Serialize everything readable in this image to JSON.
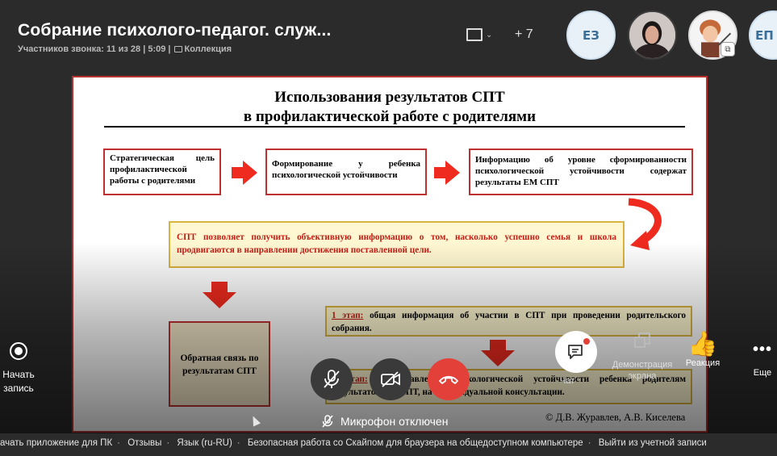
{
  "header": {
    "title": "Собрание психолого-педагог. служ...",
    "subtitle": "Участников звонка: 11 из 28 | 5:09 |",
    "collection_label": "Коллекция",
    "add_count": "+ 7",
    "screen_chevron": "⌄"
  },
  "participants": [
    {
      "initials": "ЕЗ"
    },
    {
      "initials": "ЕП"
    }
  ],
  "slide": {
    "title_line1": "Использования результатов СПТ",
    "title_line2": "в профилактической работе с родителями",
    "box_strategic": "Стратегическая цель профилактической работы с родителями",
    "box_formation": "Формирование у ребенка психологической устойчивости",
    "box_info": "Информацию об уровне сформированности психологической устойчивости содержат результаты ЕМ СПТ",
    "box_spt": "СПТ позволяет получить объективную информацию о том, насколько успешно семья и школа продвигаются в направлении достижения поставленной цели.",
    "box_feedback": "Обратная связь по результатам СПТ",
    "stage1_label": "1 этап:",
    "stage1_text": " общая информация об участии в СПТ при проведении родительского собрания.",
    "stage2_label": "2 этап:",
    "stage2_text": " предоставление психологической устойчивости ребенка родителям результатов ЕМ СПТ, на индивидуальной консультации.",
    "copyright": "© Д.В. Журавлев, А.В. Киселева"
  },
  "controls": {
    "record_label": "Начать запись",
    "mic_status": "Микрофон отключен",
    "chat_label": "Чат",
    "share_label": "Демонстрация экрана",
    "reaction_label": "Реакция",
    "more_label": "Еще",
    "more_glyph": "•••"
  },
  "footer": {
    "items": [
      "ачать приложение для ПК",
      "Отзывы",
      "Язык (ru-RU)",
      "Безопасная работа со Скайпом для браузера на общедоступном компьютере",
      "Выйти из учетной записи"
    ]
  },
  "colors": {
    "background": "#2b2b2b",
    "accent_red": "#e3403a",
    "slide_arrow": "#ef2a1e"
  }
}
